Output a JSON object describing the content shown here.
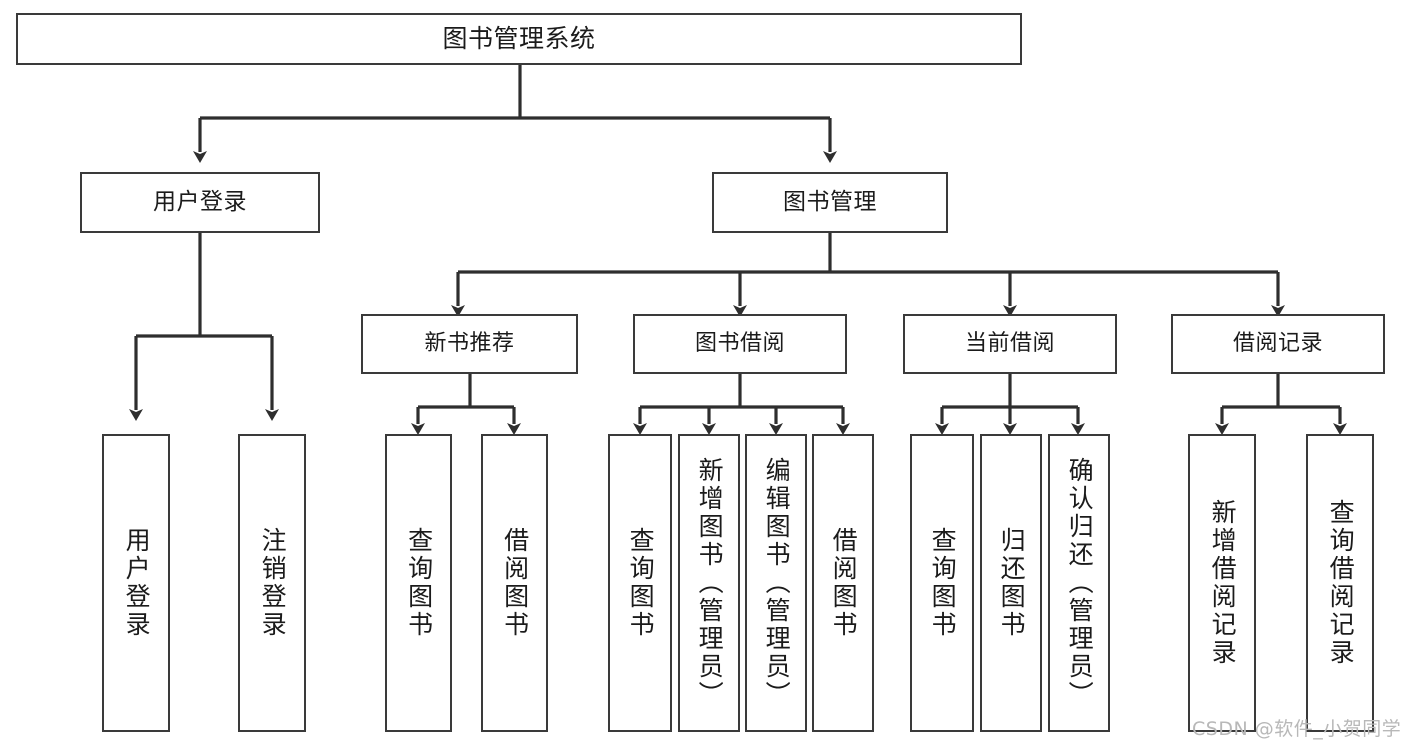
{
  "diagram": {
    "type": "tree",
    "title": "图书管理系统",
    "root": {
      "label": "图书管理系统"
    },
    "level1": [
      {
        "label": "用户登录"
      },
      {
        "label": "图书管理"
      }
    ],
    "level2": [
      {
        "label": "新书推荐"
      },
      {
        "label": "图书借阅"
      },
      {
        "label": "当前借阅"
      },
      {
        "label": "借阅记录"
      }
    ],
    "leaves": [
      {
        "label": "用户登录",
        "parent": "用户登录"
      },
      {
        "label": "注销登录",
        "parent": "用户登录"
      },
      {
        "label": "查询图书",
        "parent": "新书推荐"
      },
      {
        "label": "借阅图书",
        "parent": "新书推荐"
      },
      {
        "label": "查询图书",
        "parent": "图书借阅"
      },
      {
        "label": "新增图书（管理员）",
        "parent": "图书借阅"
      },
      {
        "label": "编辑图书（管理员）",
        "parent": "图书借阅"
      },
      {
        "label": "借阅图书",
        "parent": "图书借阅"
      },
      {
        "label": "查询图书",
        "parent": "当前借阅"
      },
      {
        "label": "归还图书",
        "parent": "当前借阅"
      },
      {
        "label": "确认归还（管理员）",
        "parent": "当前借阅"
      },
      {
        "label": "新增借阅记录",
        "parent": "借阅记录"
      },
      {
        "label": "查询借阅记录",
        "parent": "借阅记录"
      }
    ]
  },
  "watermark": {
    "text": "CSDN @软件_小贺同学"
  },
  "colors": {
    "stroke": "#3a3a3a",
    "background": "#ffffff",
    "text": "#1b1b1b",
    "watermark": "#b8b8b8"
  }
}
